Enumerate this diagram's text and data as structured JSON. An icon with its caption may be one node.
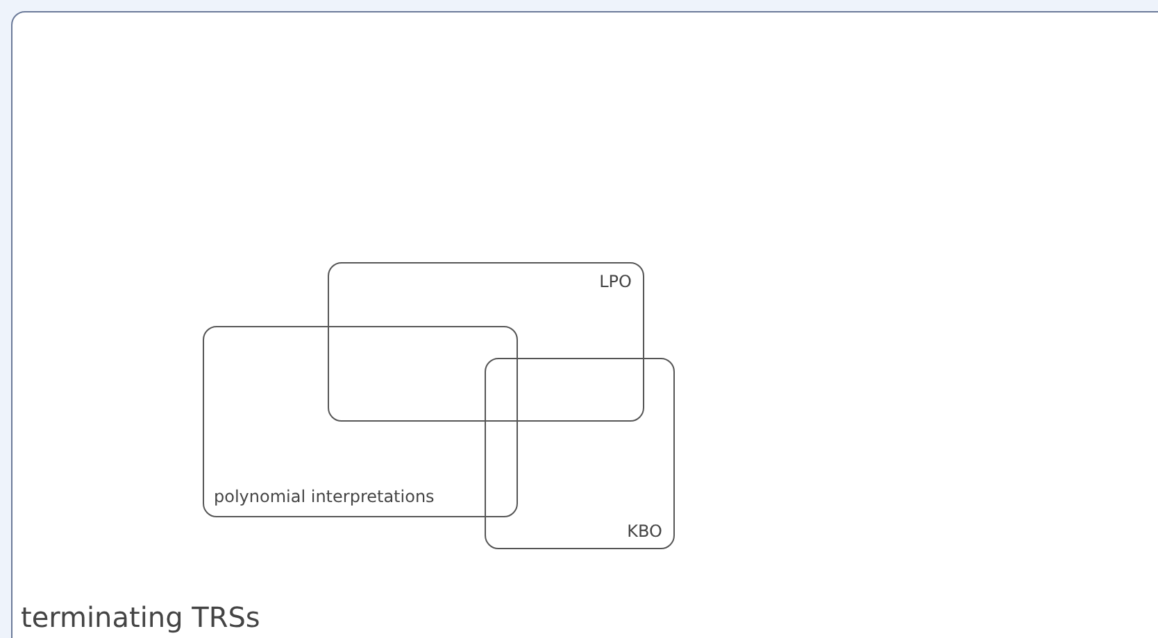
{
  "diagram": {
    "nodes": [
      {
        "text": [
          "terminating TRSs"
        ]
      },
      {
        "text": [
          "LPO"
        ],
        "in": 0
      },
      {
        "text": [
          "polynomial interpretations"
        ],
        "in": 0
      },
      {
        "text": [
          "KBO"
        ],
        "in": 0
      }
    ]
  }
}
